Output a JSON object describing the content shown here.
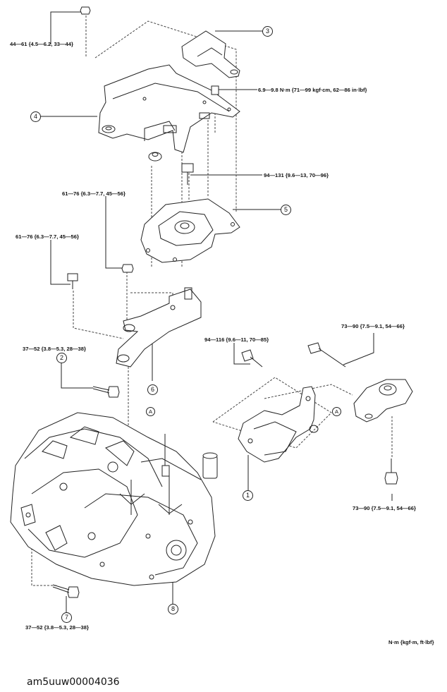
{
  "torques": {
    "t44_61": "44—61 {4.5—6.2, 33—44}",
    "t6_9": "6.9—9.8 N·m {71—99 kgf·cm, 62—86 in·lbf}",
    "t94_131": "94—131 {9.6—13, 70—96}",
    "t61_76_upper": "61—76 {6.3—7.7, 45—56}",
    "t61_76_left": "61—76 {6.3—7.7, 45—56}",
    "t37_52_top": "37—52 {3.8—5.3, 28—38}",
    "t94_116": "94—116 {9.6—11, 70—85}",
    "t73_90_top": "73—90 {7.5—9.1, 54—66}",
    "t73_90_bottom": "73—90 {7.5—9.1, 54—66}",
    "t37_52_bottom": "37—52 {3.8—5.3, 28—38}"
  },
  "callouts": {
    "c1": "1",
    "c2": "2",
    "c3": "3",
    "c4": "4",
    "c5": "5",
    "c6": "6",
    "c7": "7",
    "c8": "8"
  },
  "refs": {
    "a_left": "A",
    "a_right": "A"
  },
  "unit_label": "N·m {kgf·m, ft·lbf}",
  "image_id": "am5uuw00004036"
}
